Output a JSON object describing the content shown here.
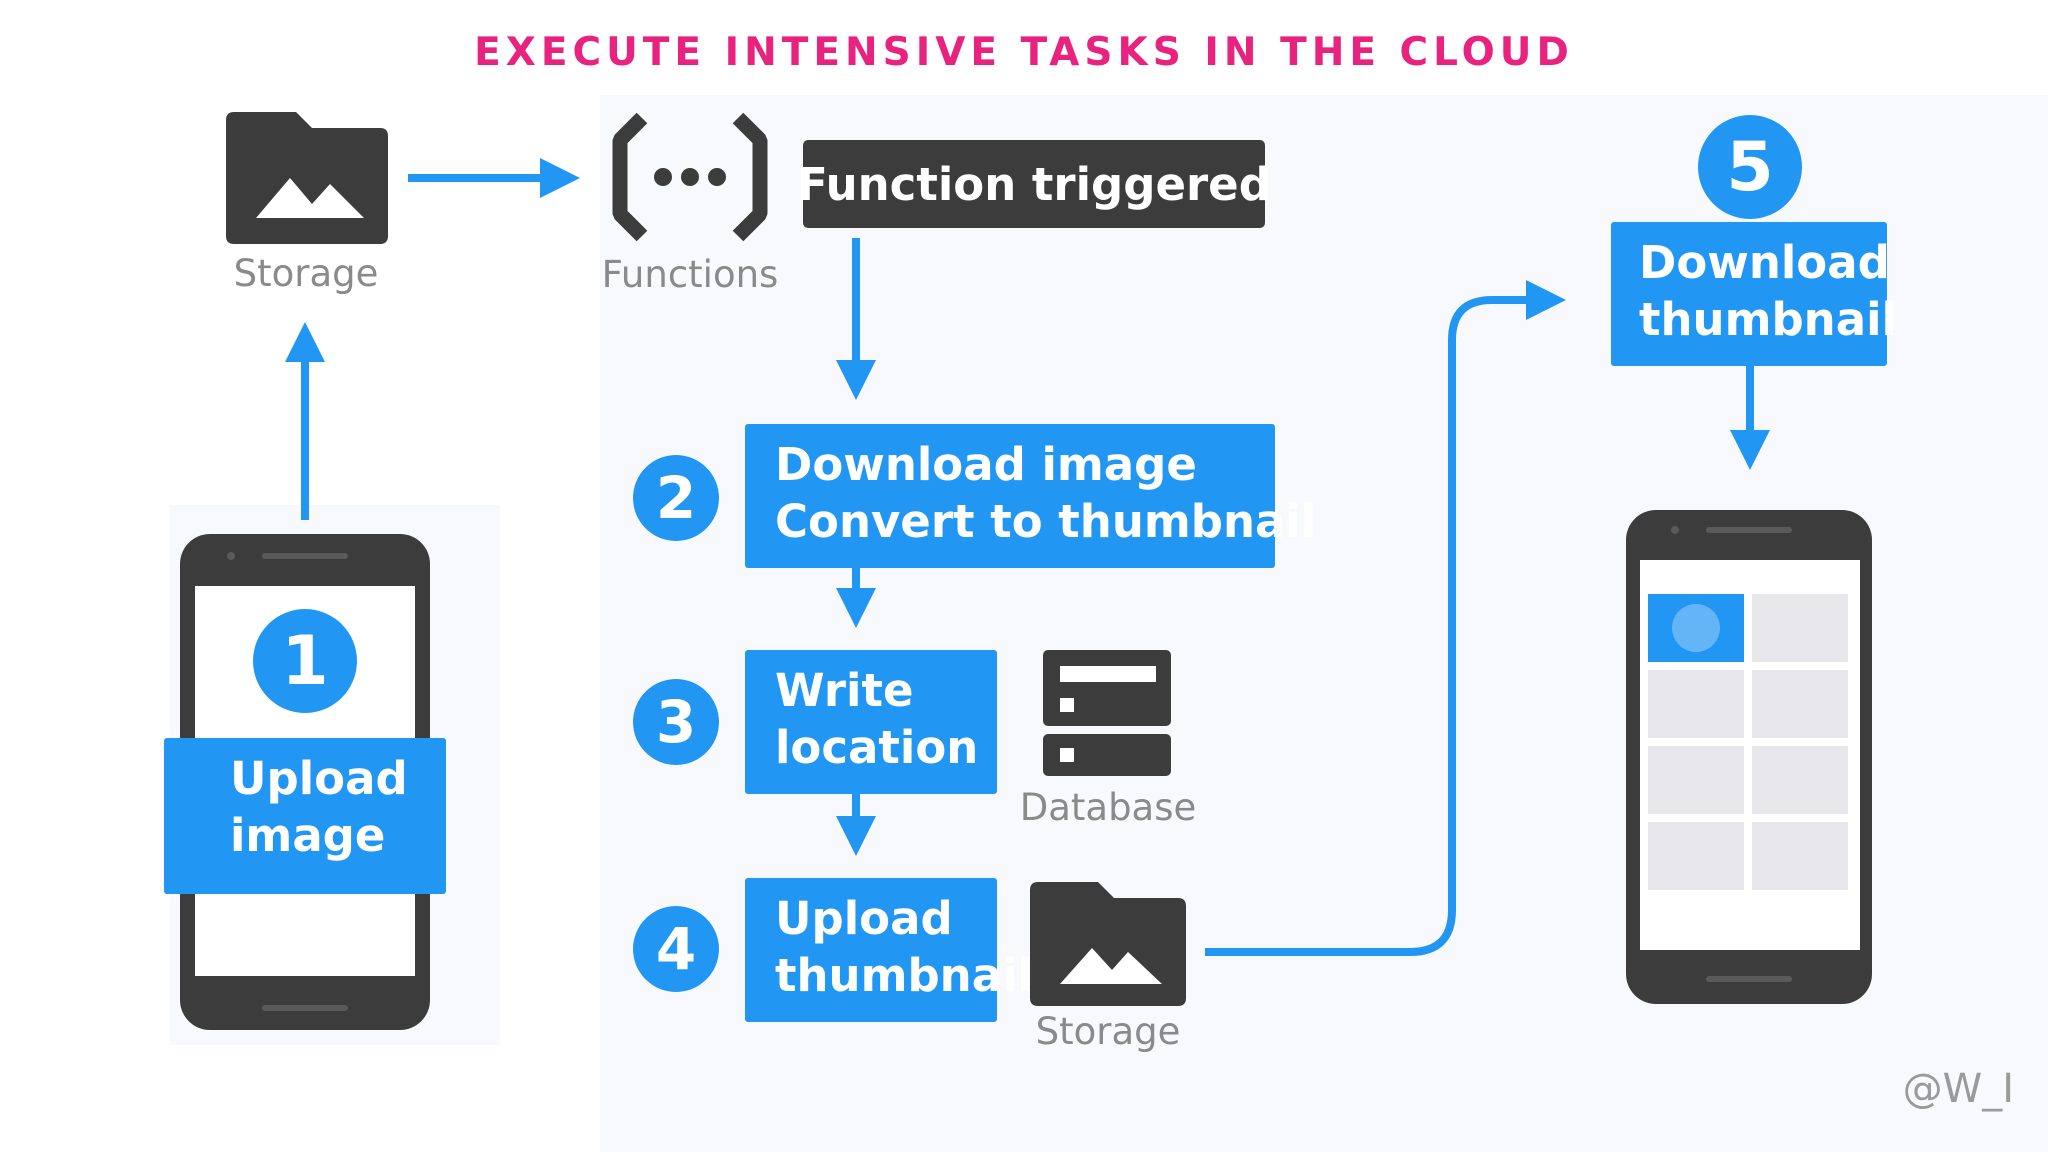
{
  "title": "EXECUTE INTENSIVE TASKS IN THE CLOUD",
  "labels": {
    "storage_top": "Storage",
    "functions": "Functions",
    "database": "Database",
    "storage_bottom": "Storage"
  },
  "function_triggered": "Function triggered",
  "steps": {
    "s1": {
      "number": "1",
      "lines": [
        "Upload",
        "image"
      ]
    },
    "s2": {
      "number": "2",
      "lines": [
        "Download image",
        "Convert to thumbnail"
      ]
    },
    "s3": {
      "number": "3",
      "lines": [
        "Write",
        "location"
      ]
    },
    "s4": {
      "number": "4",
      "lines": [
        "Upload",
        "thumbnail"
      ]
    },
    "s5": {
      "number": "5",
      "lines": [
        "Download",
        "thumbnail"
      ]
    }
  },
  "icons": {
    "storage": "folder-image-icon",
    "functions": "cloud-functions-icon",
    "database": "database-icon",
    "phone": "phone-icon"
  },
  "colors": {
    "accent_blue": "#2196f3",
    "dark": "#3c3c3c",
    "title_pink": "#e8237f",
    "label_gray": "#8a8a8a"
  },
  "watermark": "@W_I"
}
